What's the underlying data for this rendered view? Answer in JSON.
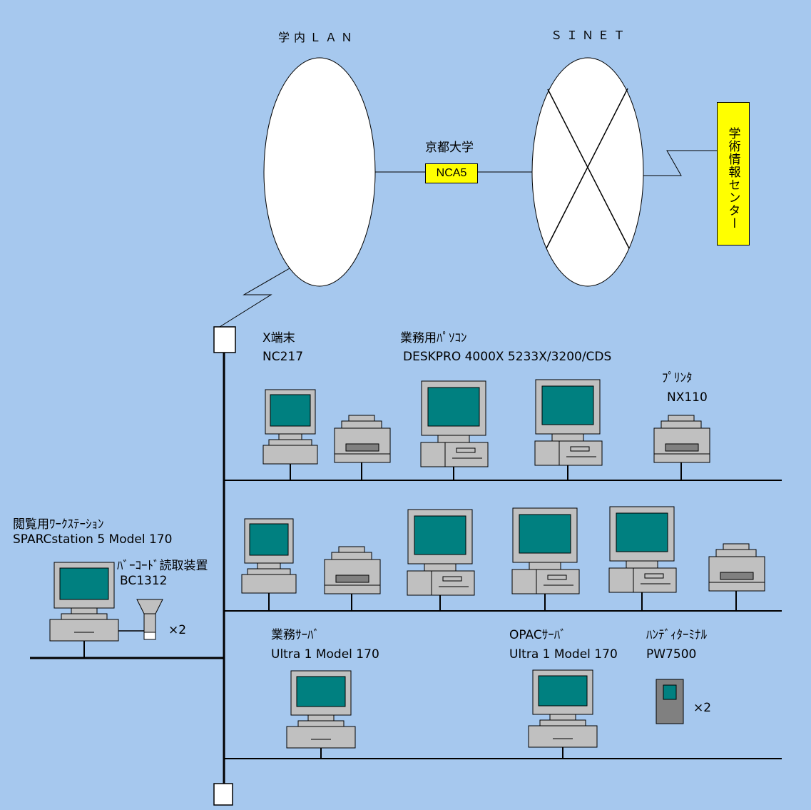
{
  "networks": {
    "campus_lan": "学内ＬＡＮ",
    "sinet": "ＳＩＮＥＴ"
  },
  "nca": {
    "site": "京都大学",
    "name": "NCA5"
  },
  "info_center": "学術情報センター",
  "devices": {
    "x_terminal": {
      "name": "X端末",
      "model": "NC217"
    },
    "office_pc": {
      "name": "業務用ﾊﾟｿｺﾝ",
      "model": "DESKPRO 4000X 5233X/3200/CDS"
    },
    "printer": {
      "name": "ﾌﾟﾘﾝﾀ",
      "model": "NX110"
    },
    "reading_ws": {
      "name": "閲覧用ﾜｰｸｽﾃｰｼｮﾝ",
      "model": "SPARCstation 5 Model 170"
    },
    "barcode_reader": {
      "name": "ﾊﾞｰｺｰﾄﾞ読取装置",
      "model": "BC1312",
      "qty": "×2"
    },
    "office_server": {
      "name": "業務ｻｰﾊﾞ",
      "model": "Ultra 1 Model 170"
    },
    "opac_server": {
      "name": "OPACｻｰﾊﾞ",
      "model": "Ultra 1 Model 170"
    },
    "handy_terminal": {
      "name": "ﾊﾝﾃﾞｨﾀｰﾐﾅﾙ",
      "model": "PW7500",
      "qty": "×2"
    }
  },
  "colors": {
    "background": "#a6c8ee",
    "equipment": "#c0c0c0",
    "screen": "#008080",
    "highlight": "#ffff00"
  }
}
